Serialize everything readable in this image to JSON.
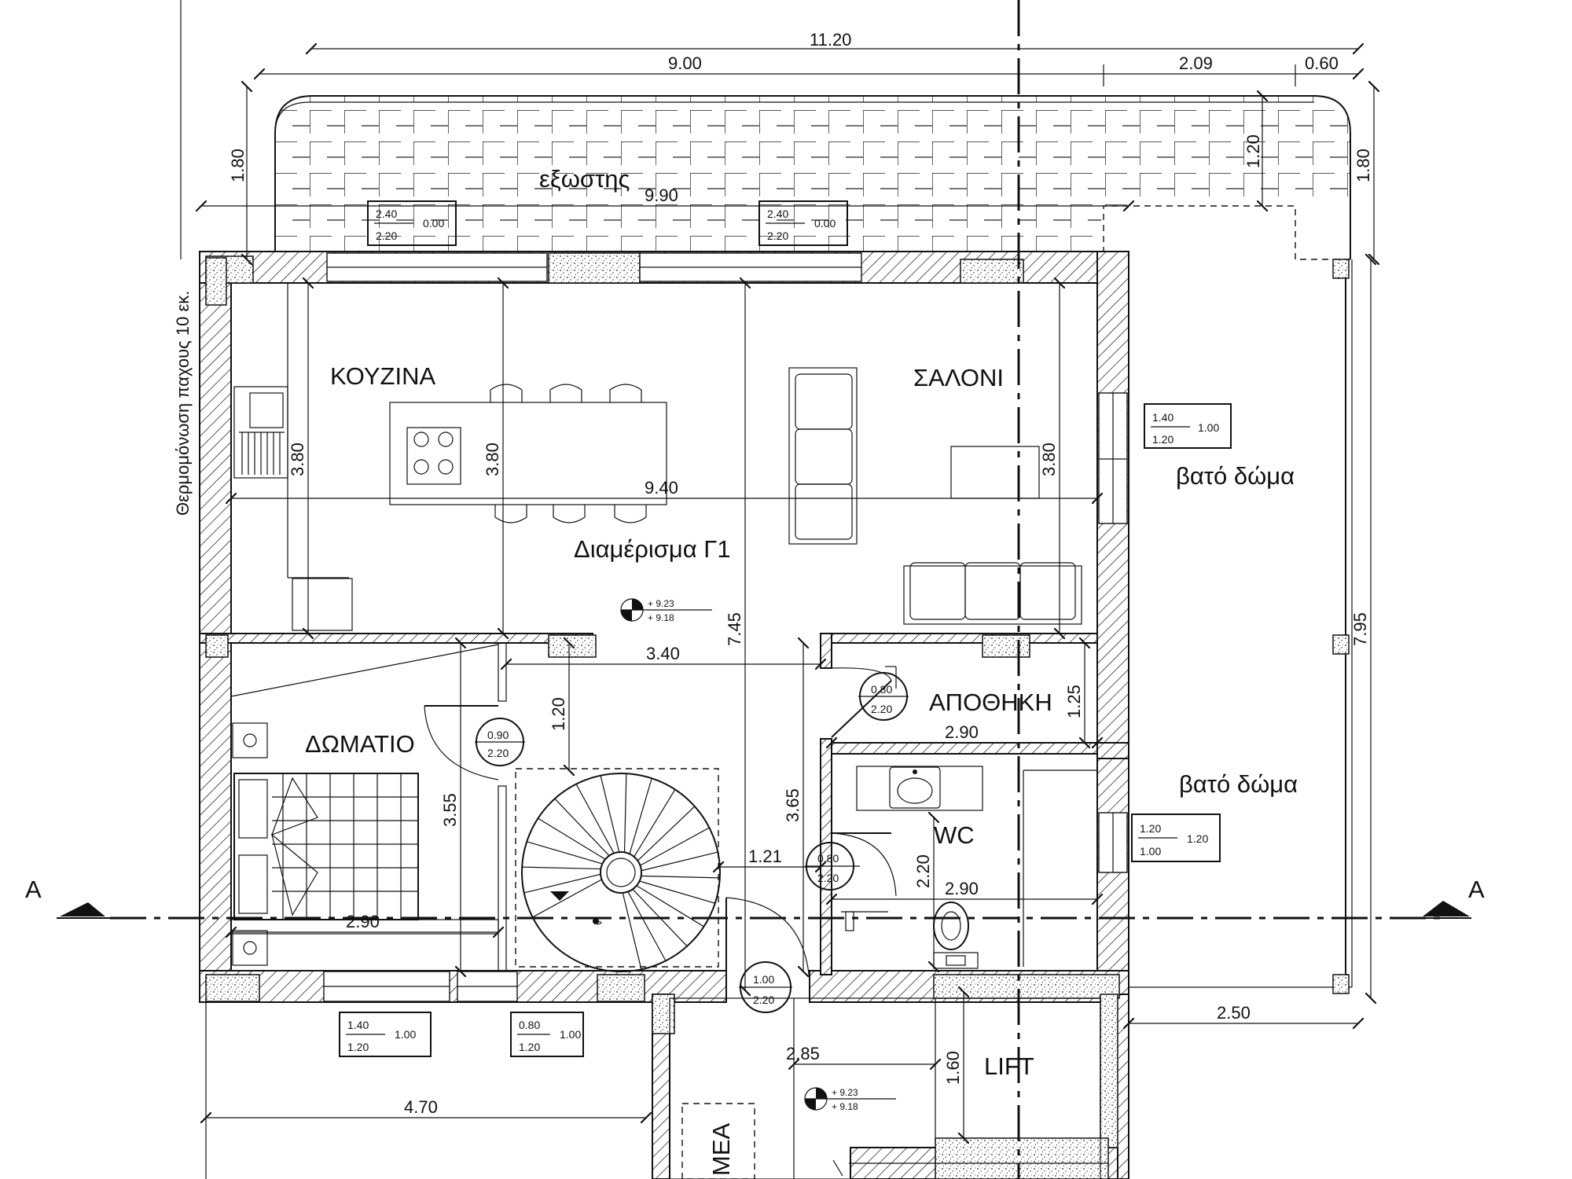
{
  "rooms": {
    "kitchen": "ΚΟΥΖΙΝΑ",
    "living": "ΣΑΛΟΝΙ",
    "apartment": "Διαμέρισμα Γ1",
    "bedroom": "ΔΩΜΑΤΙΟ",
    "storage": "ΑΠΟΘΗΚΗ",
    "wc": "WC",
    "lift": "LIFT",
    "balcony": "εξωστης",
    "roof_top": "βατό δώμα",
    "roof_bottom": "βατό δώμα",
    "mea": "ΜΕΑ",
    "insulation": "Θερμομόνωση παχους 10 εκ."
  },
  "section": {
    "left": "A",
    "right": "A"
  },
  "dimensions": {
    "total_top": "11.20",
    "top_main": "9.00",
    "top_mid": "2.09",
    "top_right": "0.60",
    "balcony_left": "1.80",
    "balcony_right": "1.80",
    "balcony_inner": "1.20",
    "balcony_width": "9.90",
    "kitchen_depth": "3.80",
    "island_depth": "3.80",
    "living_depth": "3.80",
    "interior_width": "9.40",
    "corridor_height": "7.45",
    "corridor_width": "3.40",
    "stair_gap": "1.20",
    "storage_h": "1.25",
    "storage_w": "2.90",
    "bedroom_h": "3.55",
    "bath_block_h": "3.65",
    "stair_door": "1.21",
    "wc_h": "2.20",
    "wc_w": "2.90",
    "bedroom_w": "2.90",
    "roof_h": "7.95",
    "roof_w": "2.50",
    "landing_w": "2.85",
    "lift_h": "1.60",
    "lower_w": "4.70"
  },
  "levels": {
    "top": {
      "upper": "+ 9.23",
      "lower": "+ 9.18"
    },
    "bottom": {
      "upper": "+ 9.23",
      "lower": "+ 9.18"
    }
  },
  "window_tags": [
    {
      "w": "2.40",
      "h": "2.20",
      "sill": "0.00"
    },
    {
      "w": "2.40",
      "h": "2.20",
      "sill": "0.00"
    },
    {
      "w": "1.40",
      "h": "1.20",
      "sill": "1.00"
    },
    {
      "w": "1.20",
      "h": "1.00",
      "sill": "1.20"
    },
    {
      "w": "1.40",
      "h": "1.20",
      "sill": "1.00"
    },
    {
      "w": "0.80",
      "h": "1.20",
      "sill": "1.00"
    }
  ],
  "door_tags": [
    {
      "w": "0.90",
      "h": "2.20"
    },
    {
      "w": "0.80",
      "h": "2.20"
    },
    {
      "w": "0.80",
      "h": "2.20"
    },
    {
      "w": "1.00",
      "h": "2.20"
    }
  ]
}
